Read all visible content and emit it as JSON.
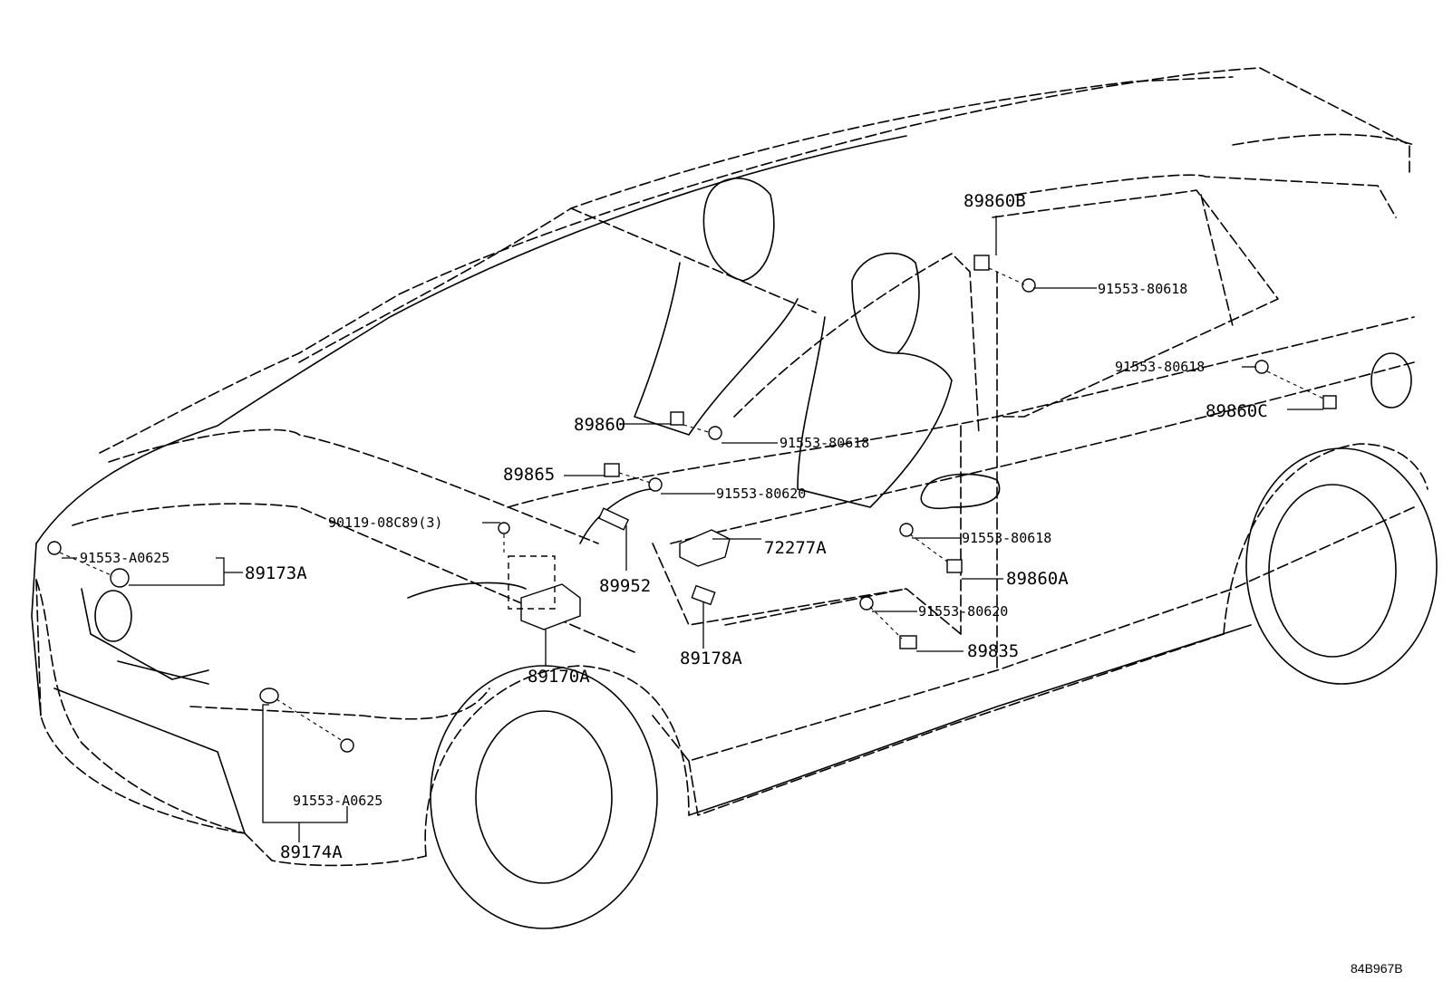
{
  "diagram_code": "84B967B",
  "callouts": {
    "p89860B": "89860B",
    "p89860": "89860",
    "p89865": "89865",
    "p89860C": "89860C",
    "p89860A": "89860A",
    "p89835": "89835",
    "p89173A": "89173A",
    "p89174A": "89174A",
    "p89170A": "89170A",
    "p89952": "89952",
    "p72277A": "72277A",
    "p89178A": "89178A",
    "s80618_a": "91553-80618",
    "s80618_b": "91553-80618",
    "s80618_c": "91553-80618",
    "s80618_d": "91553-80618",
    "s80620_a": "91553-80620",
    "s80620_b": "91553-80620",
    "sA0625_a": "91553-A0625",
    "sA0625_b": "91553-A0625",
    "s08C89": "90119-08C89(3)"
  }
}
